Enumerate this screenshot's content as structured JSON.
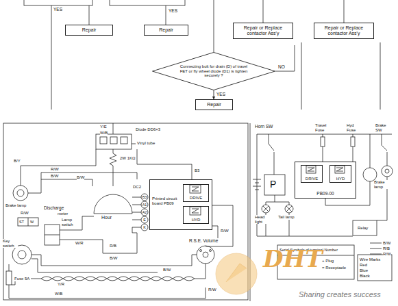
{
  "diagram": {
    "nodes": [
      {
        "text": [
          "Repair"
        ]
      },
      {
        "text": [
          "Repair"
        ]
      },
      {
        "text": [
          "Repair or Replace contactor Ass'y"
        ]
      },
      {
        "text": [
          "Repair or Replace contactor Ass'y"
        ]
      },
      {
        "text": [
          "Connecting bolt for drain (D) of travel FET or fly wheel diode (D1) is tighten securely ?"
        ]
      },
      {
        "text": [
          "Repair"
        ]
      },
      {
        "text": [
          "Printed circuit board PB09"
        ]
      },
      {
        "text": [
          "DRIVE"
        ],
        "in": 6
      },
      {
        "text": [
          "HYD"
        ],
        "in": 6
      },
      {
        "text": [
          "PB09-00"
        ]
      },
      {
        "text": [
          "DRIVE"
        ],
        "in": 9
      },
      {
        "text": [
          "HYD"
        ],
        "in": 9
      }
    ],
    "edges": [
      {
        "from": 4,
        "to": 5,
        "arrow": "to",
        "label": "YES"
      }
    ],
    "labels": [
      "YES",
      "YES",
      "NO",
      "Y/E",
      "W/B",
      "Diode DD6×3",
      "Vinyl tube",
      "2W 1KΩ",
      "B/Y",
      "Brake lamp",
      "R/W",
      "B/W",
      "B/W",
      "R/W",
      "Discharge",
      "meter",
      "Hour",
      "Key switch",
      "Lamp switch",
      "Fuse 5A",
      "DC2",
      "B3",
      "A1",
      "A2",
      "E",
      "K",
      "B3",
      "R/W",
      "R/B",
      "B/W",
      "W/R",
      "Y/R",
      "W/B",
      "R.S.E. Volume",
      "B/W",
      "R/W",
      "ST",
      "W",
      "Horn SW",
      "Travel Fuse",
      "Hyd Fuse",
      "Brake SW",
      "P",
      "Head light",
      "Tail lamp",
      "Brake lamp",
      "Relay",
      "B/W",
      "R/B",
      "R/W",
      "Serial Symbols of terminal Number",
      "+ Plug",
      "= Receptacle",
      "Wire Marks",
      "Red",
      "Blue",
      "Black",
      "DHT",
      "Sharing creates success"
    ]
  }
}
